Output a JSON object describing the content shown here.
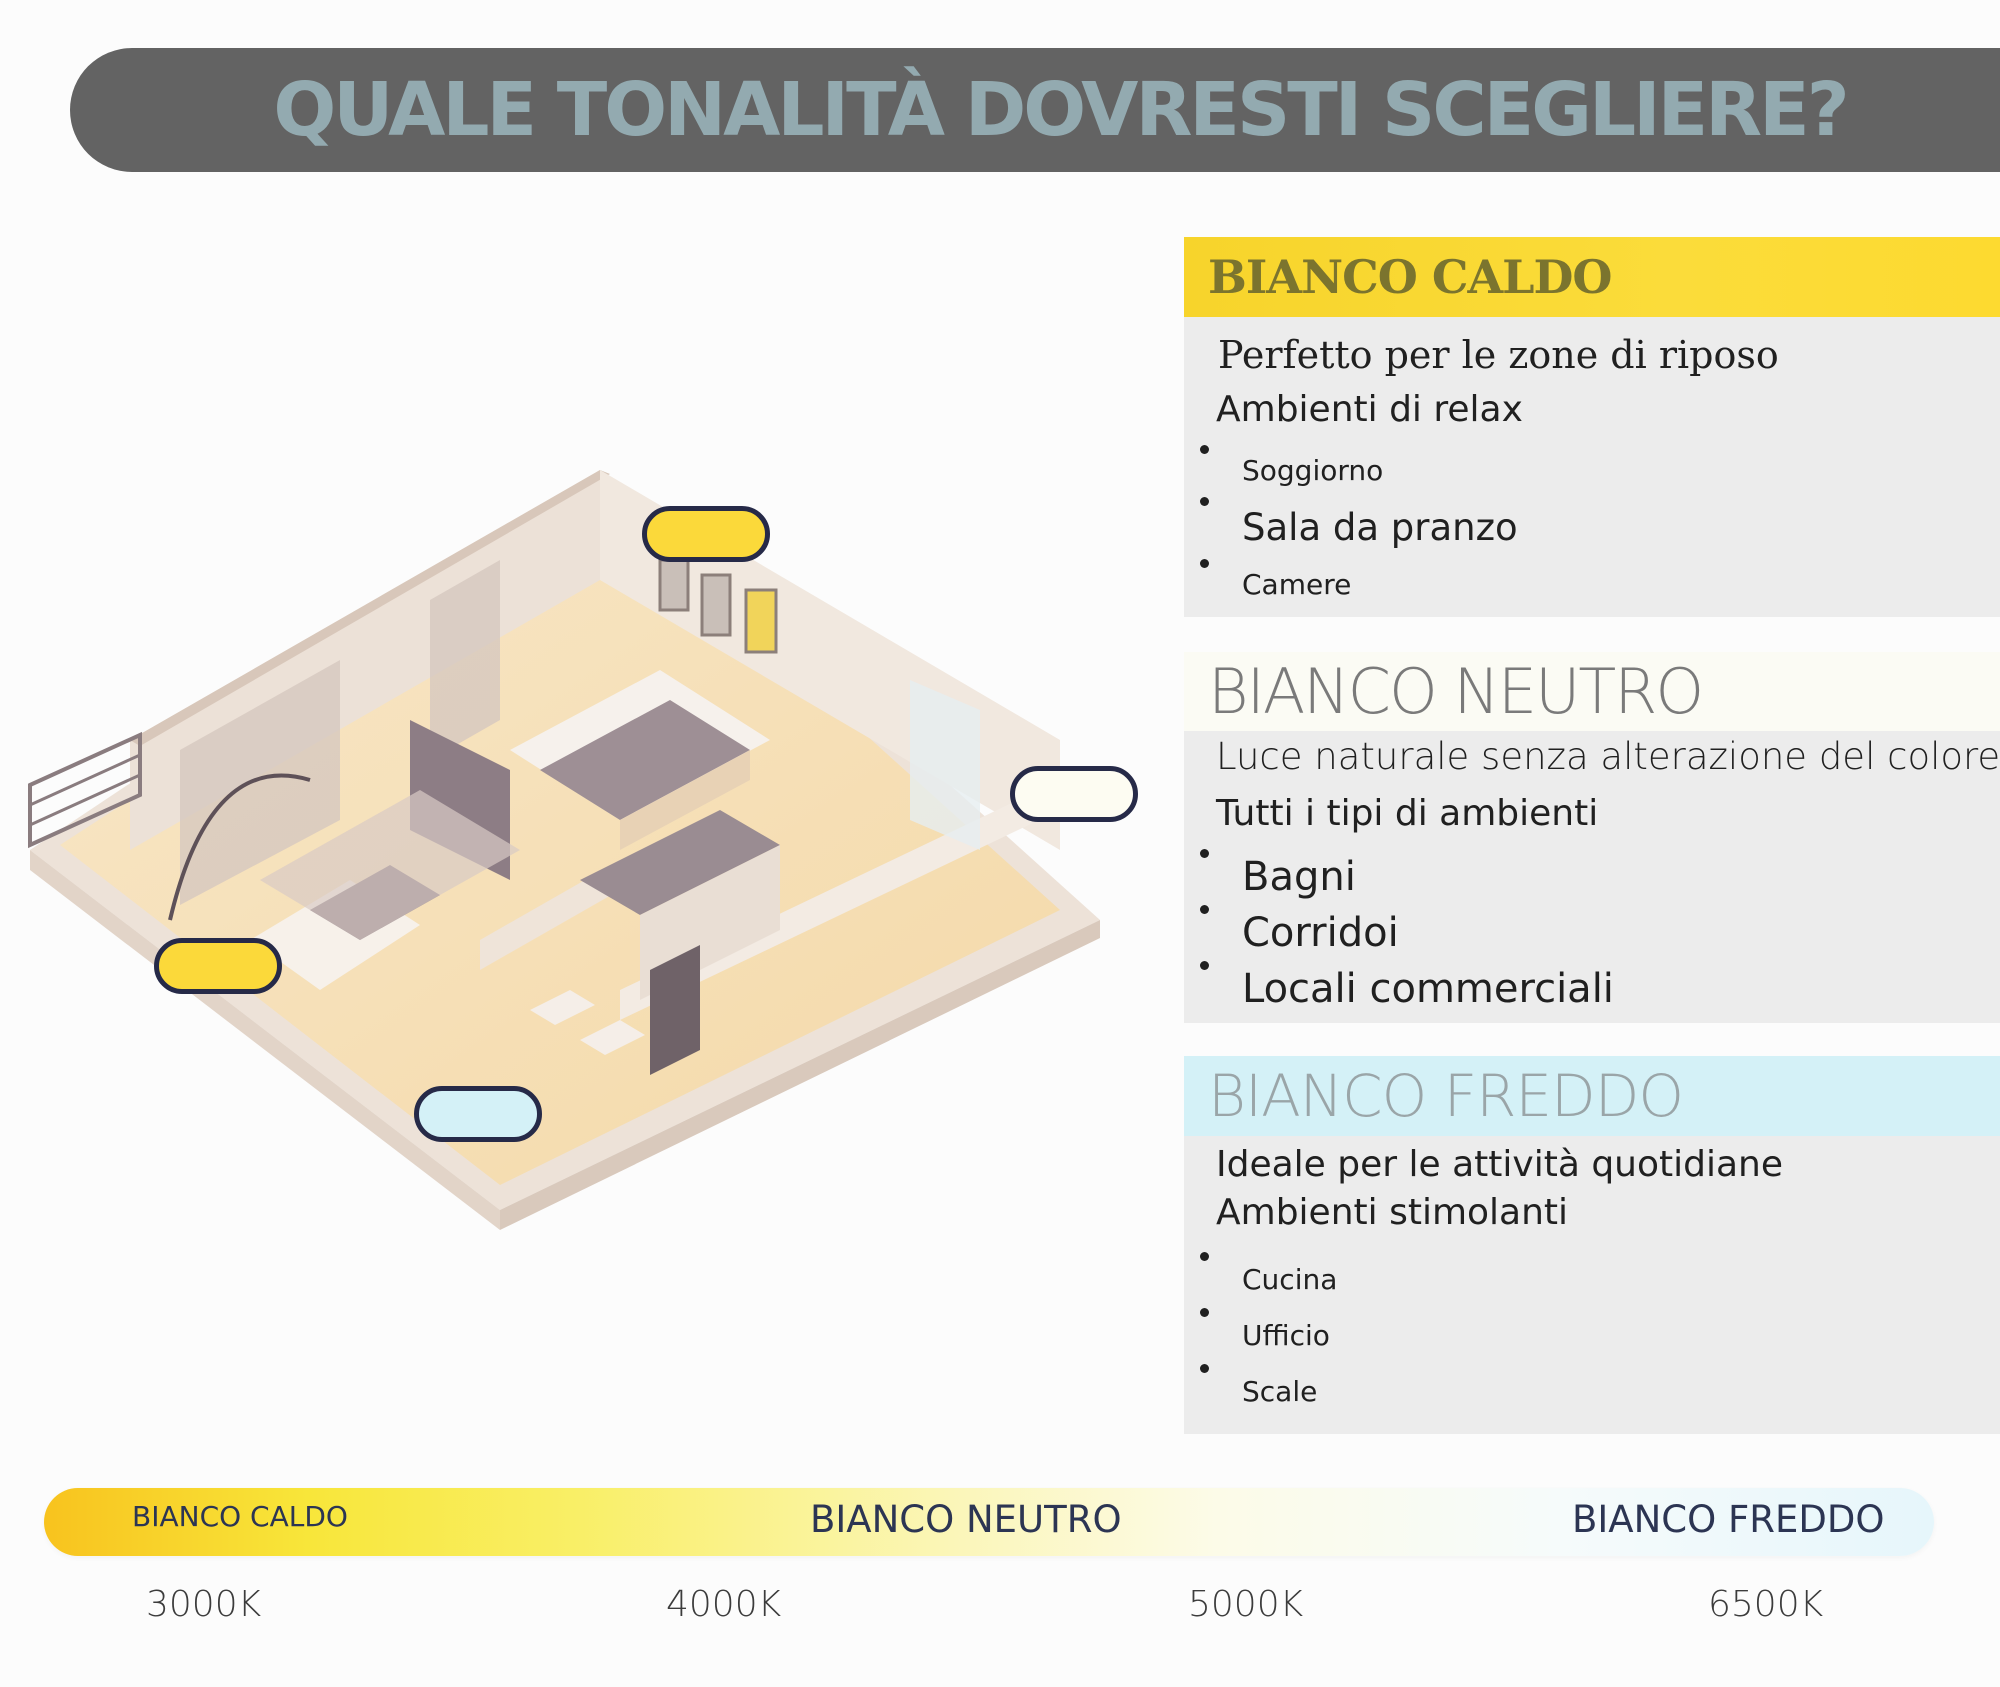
{
  "header": {
    "title": "QUALE TONALITÀ DOVRESTI SCEGLIERE?"
  },
  "sections": {
    "caldo": {
      "title": "BIANCO CALDO",
      "line1": "Perfetto per le zone di riposo",
      "line2": "Ambienti di relax",
      "items": [
        "Soggiorno",
        "Sala da pranzo",
        "Camere"
      ]
    },
    "neutro": {
      "title": "BIANCO NEUTRO",
      "line1": "Luce naturale senza alterazione del colore",
      "line2": "Tutti i tipi di ambienti",
      "items": [
        "Bagni",
        "Corridoi",
        "Locali commerciali"
      ]
    },
    "freddo": {
      "title": "BIANCO FREDDO",
      "line1": "Ideale per le attività quotidiane",
      "line2": "Ambienti stimolanti",
      "items": [
        "Cucina",
        "Ufficio",
        "Scale"
      ]
    }
  },
  "scale": {
    "labels": [
      "BIANCO CALDO",
      "BIANCO NEUTRO",
      "BIANCO FREDDO"
    ],
    "kelvin": [
      "3000K",
      "4000K",
      "5000K",
      "6500K"
    ]
  },
  "colors": {
    "header_bg": "#636363",
    "header_text": "#93aab0",
    "warm": "#fbd93a",
    "neutral": "#fbfbf4",
    "cool": "#d4f1f7",
    "pill_border": "#262a48"
  }
}
